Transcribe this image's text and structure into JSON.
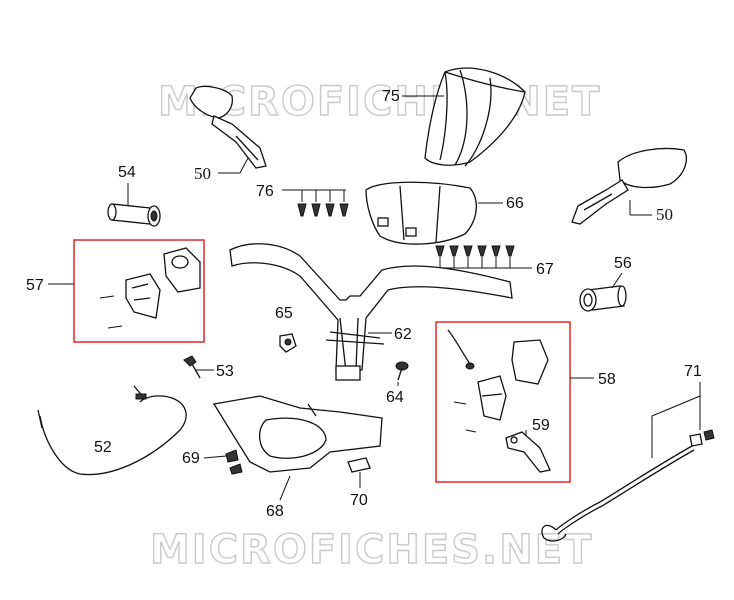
{
  "watermarks": [
    "MICROFICHES.NET",
    "MICROFICHES.NET"
  ],
  "labels": {
    "p50a": "50",
    "p50b": "50",
    "p52": "52",
    "p53": "53",
    "p54": "54",
    "p56": "56",
    "p57": "57",
    "p58": "58",
    "p59": "59",
    "p62": "62",
    "p64": "64",
    "p65": "65",
    "p66": "66",
    "p67": "67",
    "p68": "68",
    "p69": "69",
    "p70": "70",
    "p71": "71",
    "p75": "75",
    "p76": "76"
  },
  "colors": {
    "highlight_box": "#e0262c",
    "watermark": "#c9c9c9",
    "ink": "#111111"
  }
}
